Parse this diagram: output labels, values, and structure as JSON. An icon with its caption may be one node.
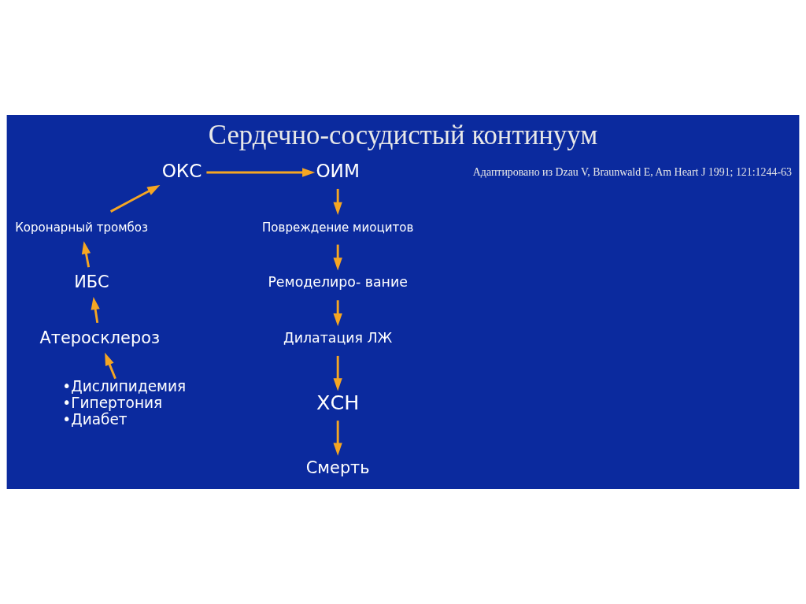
{
  "diagram": {
    "title": "Сердечно-сосудистый континуум",
    "caption": "Адаптировано из Dzau V, Braunwald E, Am Heart J 1991; 121:1244-63",
    "nodes": [
      {
        "text": [
          "•Дислипидемия",
          "•Гипертония",
          "•Диабет"
        ]
      },
      {
        "text": [
          "Атеросклероз"
        ]
      },
      {
        "text": [
          "ИБС"
        ]
      },
      {
        "text": [
          "Коронарный тромбоз"
        ]
      },
      {
        "text": [
          "ОКС"
        ]
      },
      {
        "text": [
          "ОИМ"
        ]
      },
      {
        "text": [
          "Повреждение миоцитов"
        ]
      },
      {
        "text": [
          "Ремоделиро- вание"
        ]
      },
      {
        "text": [
          "Дилатация ЛЖ"
        ]
      },
      {
        "text": [
          "ХСН"
        ]
      },
      {
        "text": [
          "Смерть"
        ]
      }
    ],
    "edges": [
      {
        "from": 0,
        "to": 1,
        "arrow": "to"
      },
      {
        "from": 1,
        "to": 2,
        "arrow": "to"
      },
      {
        "from": 2,
        "to": 3,
        "arrow": "to"
      },
      {
        "from": 3,
        "to": 4,
        "arrow": "to"
      },
      {
        "from": 4,
        "to": 5,
        "arrow": "to"
      },
      {
        "from": 5,
        "to": 6,
        "arrow": "to"
      },
      {
        "from": 6,
        "to": 7,
        "arrow": "to"
      },
      {
        "from": 7,
        "to": 8,
        "arrow": "to"
      },
      {
        "from": 8,
        "to": 9,
        "arrow": "to"
      },
      {
        "from": 9,
        "to": 10,
        "arrow": "to"
      }
    ]
  }
}
